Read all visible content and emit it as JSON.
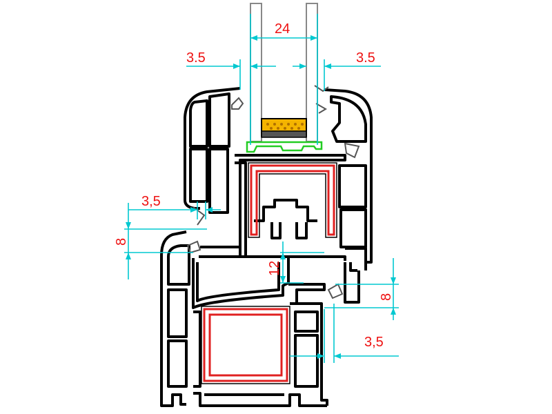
{
  "colors": {
    "profile": "#000000",
    "dimension_line": "#00c8d0",
    "dimension_text": "#ee1111",
    "steel_reinforcement": "#e02020",
    "glazing_bead": "#22cc22",
    "spacer": "#f4b400",
    "glass": "#888888"
  },
  "dimensions": {
    "glass_width": "24",
    "left_gap_top": "3.5",
    "right_gap_top": "3.5",
    "left_gap_mid": "3,5",
    "left_height": "8",
    "overlap": "12",
    "right_height": "8",
    "right_gap_bottom": "3,5"
  }
}
